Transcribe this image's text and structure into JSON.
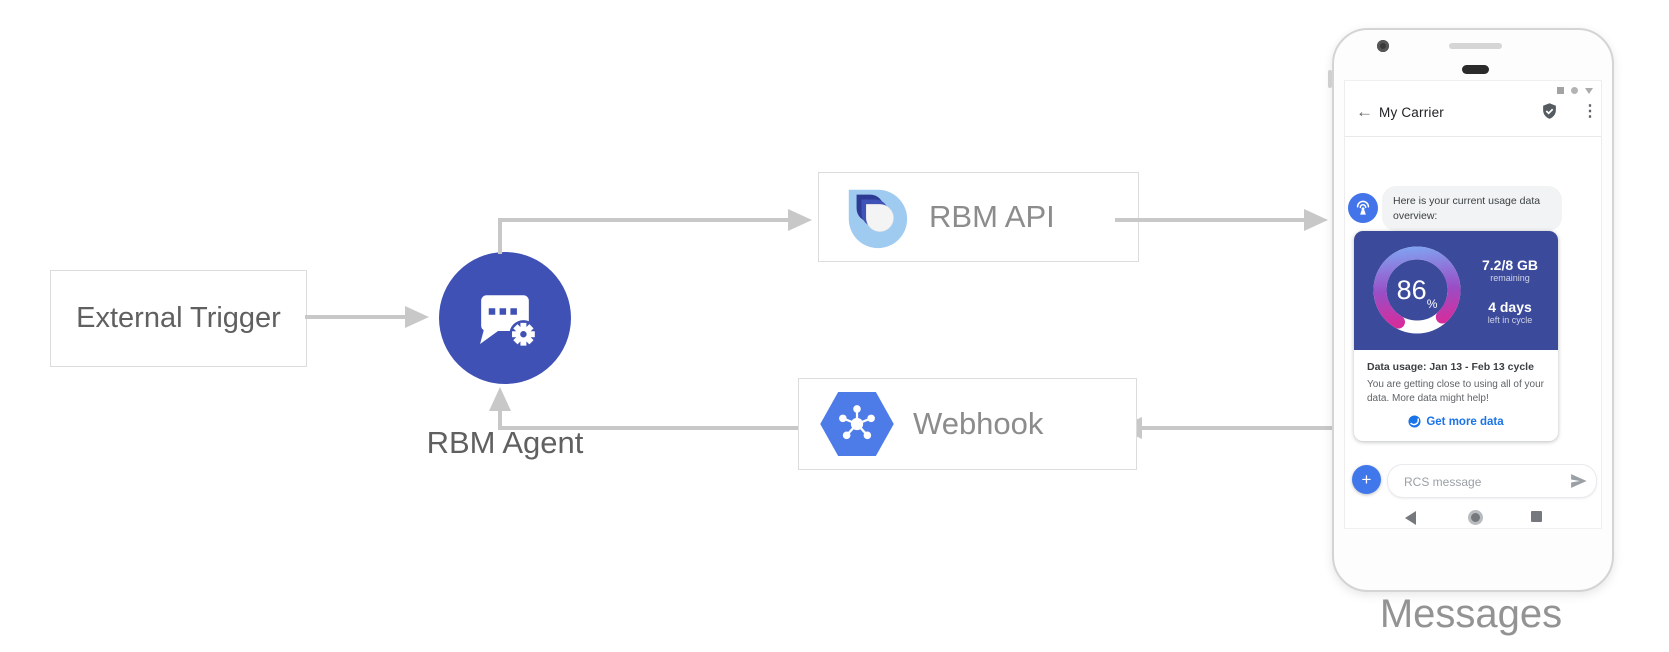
{
  "diagram": {
    "nodes": {
      "external_trigger": "External Trigger",
      "rbm_agent": "RBM Agent",
      "rbm_api": "RBM API",
      "webhook": "Webhook"
    },
    "caption": "Messages"
  },
  "phone": {
    "app_bar": {
      "title": "My Carrier"
    },
    "chat_bubble": "Here is your current usage data overview:",
    "usage_card": {
      "percent": "86",
      "percent_unit": "%",
      "remaining_value": "7.2/8 GB",
      "remaining_label": "remaining",
      "days_value": "4 days",
      "days_label": "left in cycle",
      "title": "Data usage: Jan 13 - Feb 13 cycle",
      "body": "You are getting close to using all of your data. More data might help!",
      "cta_label": "Get more data"
    },
    "composer": {
      "placeholder": "RCS message"
    }
  },
  "icons": {
    "back": "←",
    "kebab": "⋮",
    "plus": "+"
  },
  "colors": {
    "agent_circle": "#3F51B5",
    "hexagon_blue": "#4D7CE8",
    "card_blue": "#3B4A9B",
    "link_blue": "#1A73E8",
    "avatar_blue": "#4374E9",
    "plus_blue": "#4078EC",
    "arrow_gray": "#C8C8C8",
    "gauge_start": "#7FA6F2",
    "gauge_mid": "#9A4EC6",
    "gauge_end": "#E9218E"
  }
}
